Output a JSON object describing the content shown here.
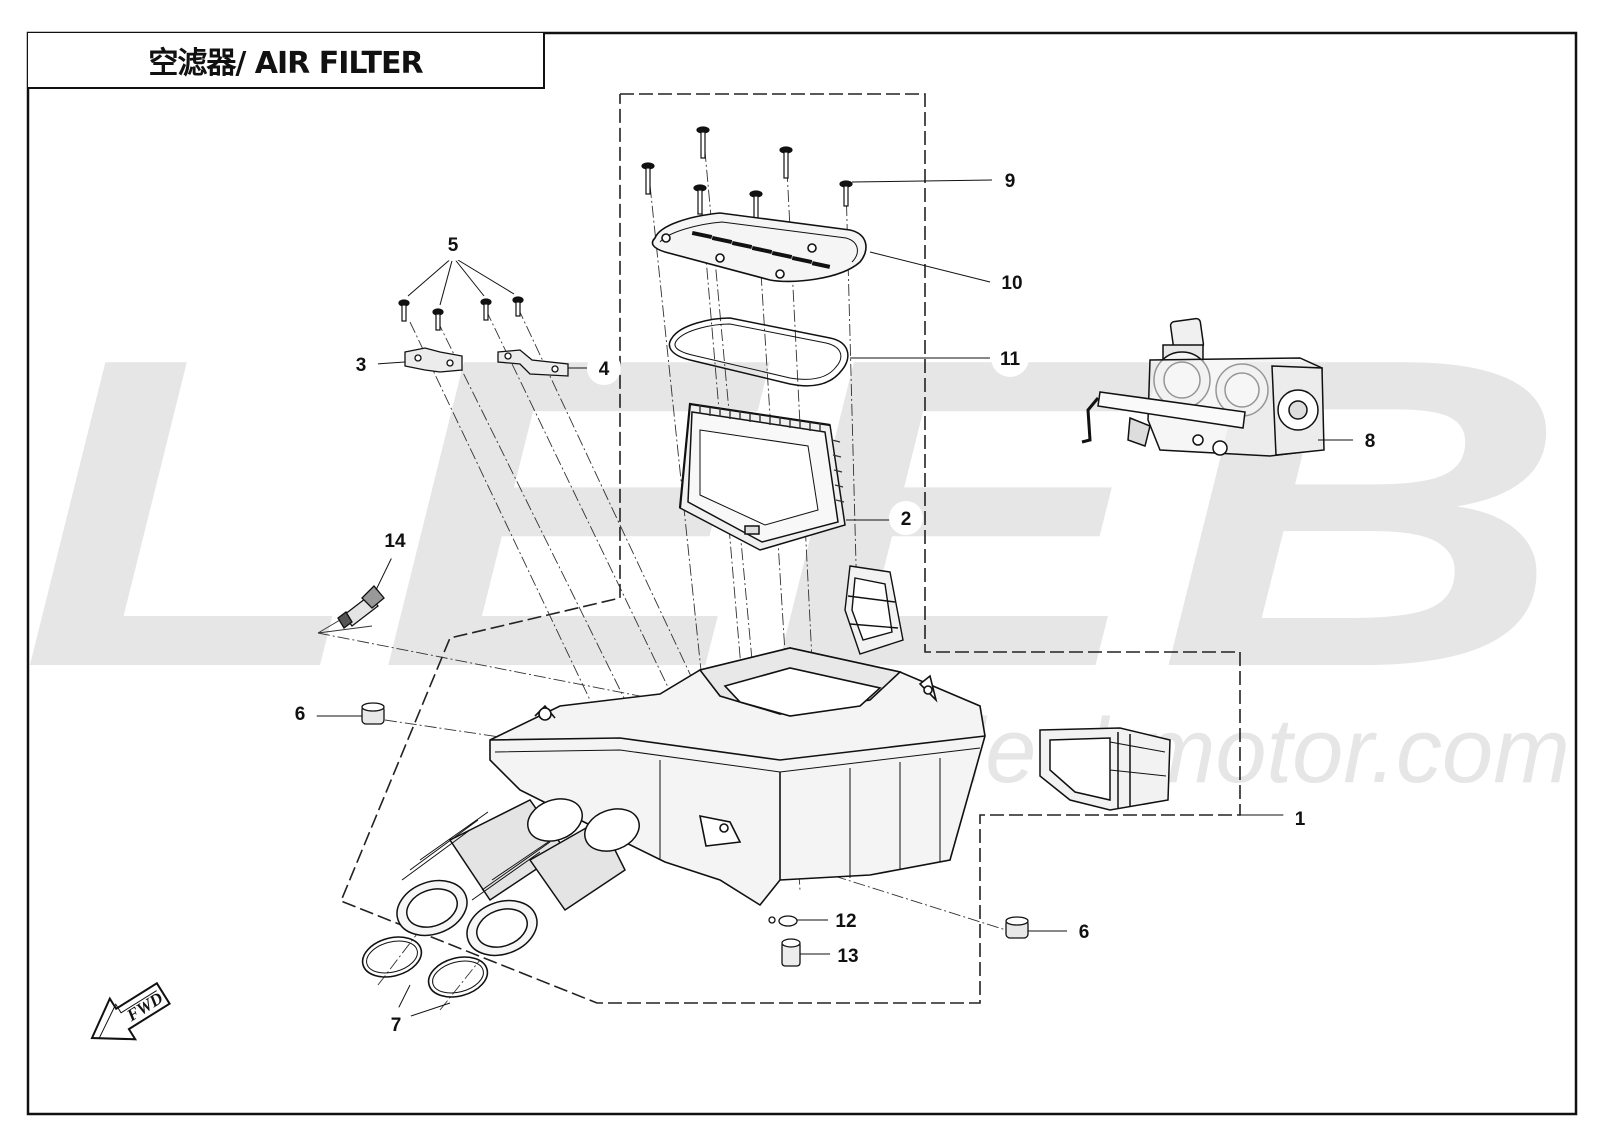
{
  "title": "空滤器/ AIR FILTER",
  "watermark": {
    "logo": "LEEB",
    "url": "www.leebmotor.com"
  },
  "fwd_label": "FWD",
  "callouts": [
    "1",
    "2",
    "3",
    "4",
    "5",
    "6",
    "6",
    "7",
    "8",
    "9",
    "10",
    "11",
    "12",
    "13",
    "14"
  ],
  "colors": {
    "line": "#111111",
    "watermark": "#e6e6e6",
    "part_fill": "#f4f4f4"
  }
}
